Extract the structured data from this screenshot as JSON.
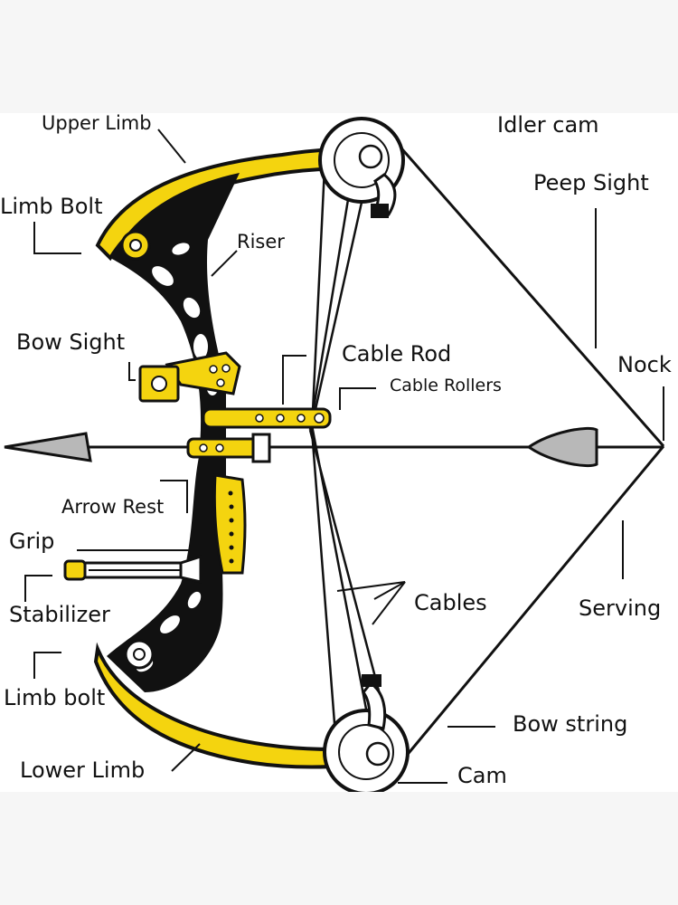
{
  "diagram": {
    "labels": {
      "upper_limb": "Upper Limb",
      "idler_cam": "Idler cam",
      "limb_bolt_upper": "Limb Bolt",
      "peep_sight": "Peep Sight",
      "riser": "Riser",
      "bow_sight": "Bow Sight",
      "cable_rod": "Cable Rod",
      "nock": "Nock",
      "cable_rollers": "Cable Rollers",
      "arrow_rest": "Arrow Rest",
      "grip": "Grip",
      "cables": "Cables",
      "serving": "Serving",
      "stabilizer": "Stabilizer",
      "limb_bolt_lower": "Limb bolt",
      "bow_string": "Bow string",
      "cam": "Cam",
      "lower_limb": "Lower Limb"
    },
    "colors": {
      "limb_yellow": "#f4d40f",
      "outline": "#111111",
      "fletching_gray": "#b8b8b8",
      "background": "#ffffff",
      "page_margin": "#f6f6f6"
    }
  }
}
